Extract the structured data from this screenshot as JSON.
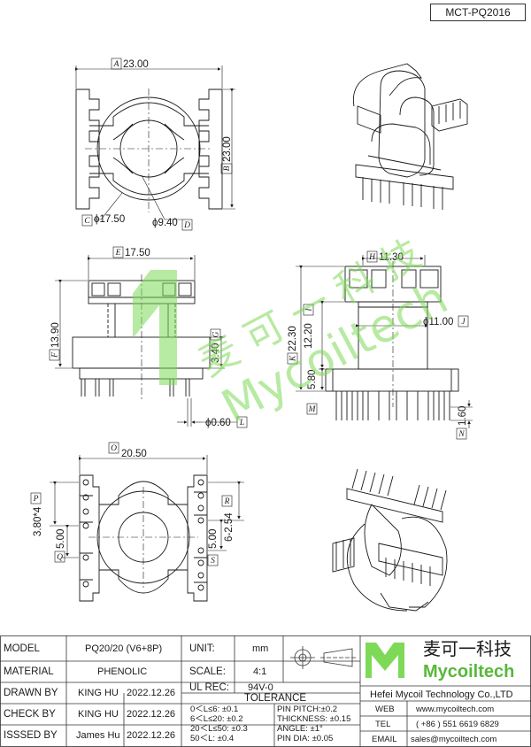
{
  "drawing_code": "MCT-PQ2016",
  "dims": {
    "A": "23.00",
    "B": "23.00",
    "C": "ϕ17.50",
    "D": "ϕ9.40",
    "E": "17.50",
    "F": "13.90",
    "G": "3.40",
    "L": "ϕ0.60",
    "H": "11.30",
    "I": "12.20",
    "J": "ϕ11.00",
    "K": "22.30",
    "M": "5.80",
    "N": "1.60",
    "O": "20.50",
    "P": "3.80*4",
    "Q": "5.00",
    "R": "6-2.54",
    "S": "5.00"
  },
  "letters": [
    "A",
    "B",
    "C",
    "D",
    "E",
    "F",
    "G",
    "H",
    "I",
    "J",
    "K",
    "L",
    "M",
    "N",
    "O",
    "P",
    "Q",
    "R",
    "S"
  ],
  "watermark": {
    "cn": "麦 可 一 科 技",
    "en": "Mycoiltech"
  },
  "title_block": {
    "model_label": "MODEL",
    "model": "PQ20/20 (V6+8P)",
    "unit_label": "UNIT:",
    "unit": "mm",
    "material_label": "MATERIAL",
    "material": "PHENOLIC",
    "scale_label": "SCALE:",
    "scale": "4:1",
    "drawn_label": "DRAWN BY",
    "drawn_by": "KING HU",
    "drawn_date": "2022.12.26",
    "ul_label": "UL REC:",
    "ul": "94V-0",
    "tolerance_label": "TOLERANCE",
    "check_label": "CHECK BY",
    "check_by": "KING HU",
    "check_date": "2022.12.26",
    "issued_label": "ISSSED BY",
    "issued_by": "James Hu",
    "issued_date": "2022.12.26",
    "tol1": "0＜L≤6:  ±0.1",
    "tol2": "6＜L≤20:  ±0.2",
    "tol3": "20＜L≤50:  ±0.3",
    "tol4": "50＜L:  ±0.4",
    "tol5": "PIN PITCH:±0.2",
    "tol6": "THICKNESS:  ±0.15",
    "tol7": "ANGLE:  ±1°",
    "tol8": "PIN DIA:  ±0.05",
    "logo_cn": "麦可一科技",
    "logo_en": "Mycoiltech",
    "company": "Hefei Mycoil Technology Co.,LTD",
    "web_label": "WEB",
    "web": "www.mycoiltech.com",
    "tel_label": "TEL",
    "tel": "( +86 ) 551 6619 6829",
    "email_label": "EMAIL",
    "email": "sales@mycoiltech.com"
  },
  "colors": {
    "line": "#1a1a1a",
    "watermark": "#7ed957"
  }
}
